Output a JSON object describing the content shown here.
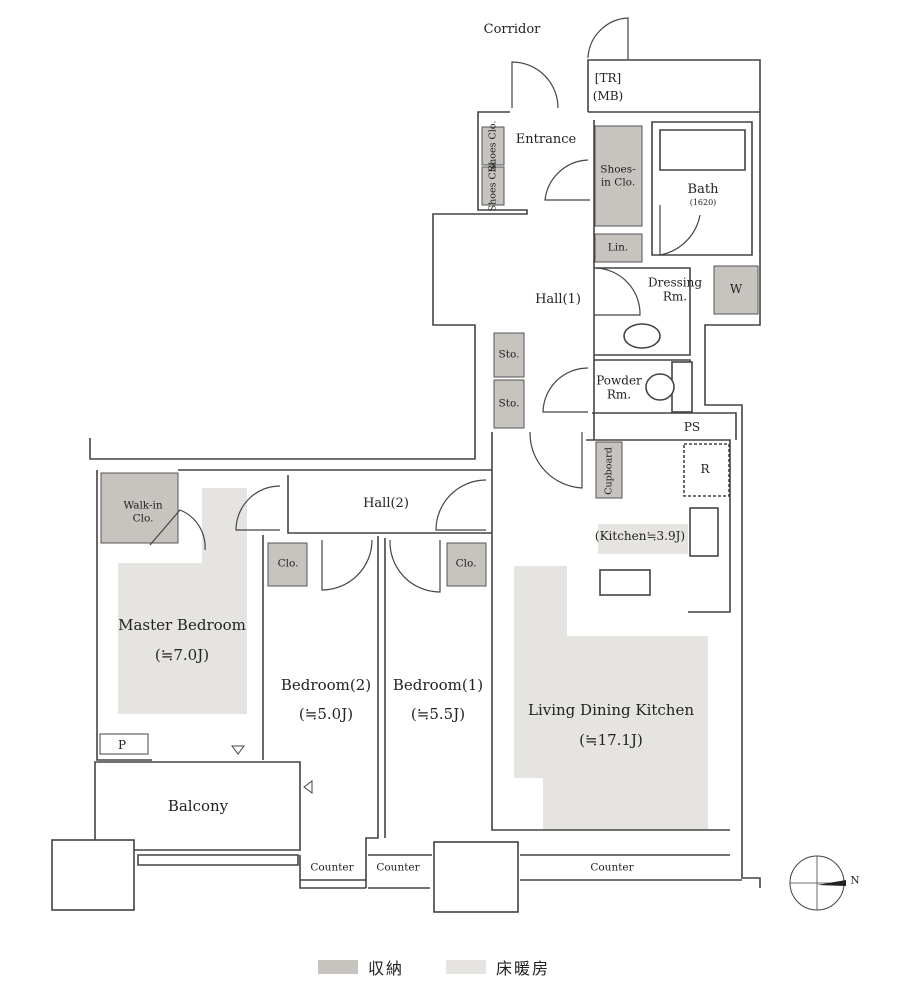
{
  "rooms": {
    "corridor": "Corridor",
    "tr": "[TR]",
    "mb": "(MB)",
    "entrance": "Entrance",
    "shoes_clo_1": "Shoes Clo.",
    "shoes_clo_2": "Shoes Clo.",
    "shoes_in_clo": "Shoes-in Clo.",
    "bath": "Bath",
    "bath_size": "(1620)",
    "lin": "Lin.",
    "dressing": "Dressing Rm.",
    "washer": "W",
    "hall1": "Hall(1)",
    "sto1": "Sto.",
    "sto2": "Sto.",
    "powder": "Powder Rm.",
    "ps": "PS",
    "cupboard": "Cupboard",
    "refrigerator": "R",
    "kitchen": "(Kitchen≒3.9J)",
    "hall2": "Hall(2)",
    "walkin": "Walk-in Clo.",
    "clo_bed2": "Clo.",
    "clo_bed1": "Clo.",
    "master": "Master Bedroom",
    "master_size": "(≒7.0J)",
    "bedroom2": "Bedroom(2)",
    "bedroom2_size": "(≒5.0J)",
    "bedroom1": "Bedroom(1)",
    "bedroom1_size": "(≒5.5J)",
    "ldk": "Living Dining Kitchen",
    "ldk_size": "(≒17.1J)",
    "p": "P",
    "balcony": "Balcony",
    "counter1": "Counter",
    "counter2": "Counter",
    "counter3": "Counter",
    "north": "N"
  },
  "legend": {
    "storage_label": "収納",
    "storage_color": "#c7c4bf",
    "floor_heating_label": "床暖房",
    "floor_heating_color": "#e6e4e0"
  },
  "colors": {
    "wall": "#444444",
    "storage": "#c7c4bf",
    "heating": "#e6e4e0"
  }
}
